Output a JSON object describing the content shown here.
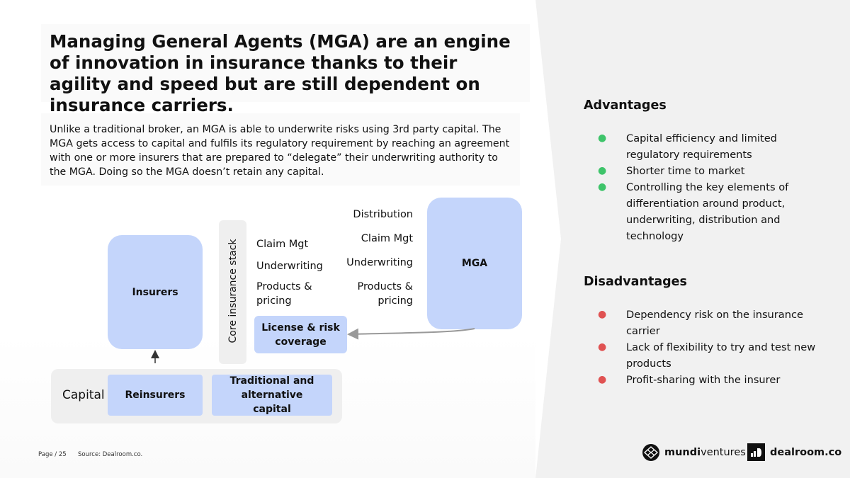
{
  "title": "Managing General Agents (MGA) are an engine of innovation in insurance thanks to their agility and speed but are still dependent on insurance carriers.",
  "intro": "Unlike a traditional broker, an MGA is able to underwrite risks using 3rd party capital. The MGA gets access to capital and fulfils its regulatory requirement by reaching an agreement with one or more insurers that are prepared to “delegate” their underwriting authority to the MGA. Doing so the MGA doesn’t retain any capital.",
  "diagram": {
    "insurers": "Insurers",
    "mga": "MGA",
    "core_stack_label": "Core insurance stack",
    "insurer_stack": [
      "Claim Mgt",
      "Underwriting",
      "Products & pricing"
    ],
    "mga_stack": [
      "Distribution",
      "Claim Mgt",
      "Underwriting",
      "Products & pricing"
    ],
    "license": "License & risk coverage",
    "capital_label": "Capital",
    "reinsurers": "Reinsurers",
    "alt_capital": "Traditional and alternative capital"
  },
  "advantages": {
    "heading": "Advantages",
    "items": [
      "Capital efficiency and limited regulatory requirements",
      "Shorter time to market",
      "Controlling the key elements of differentiation around product, underwriting, distribution and technology"
    ]
  },
  "disadvantages": {
    "heading": "Disadvantages",
    "items": [
      "Dependency risk on the insurance carrier",
      "Lack of flexibility to try and test new products",
      "Profit-sharing with the insurer"
    ]
  },
  "footer": {
    "page": "Page / 25",
    "source": "Source: Dealroom.co."
  },
  "logos": {
    "mundi_bold": "mundi",
    "mundi_rest": "ventures",
    "dealroom": "dealroom.co"
  },
  "colors": {
    "box_blue": "#c4d5fb",
    "panel_grey": "#f1f1f1",
    "advantage_dot": "#3ec46a",
    "disadvantage_dot": "#e05252"
  }
}
